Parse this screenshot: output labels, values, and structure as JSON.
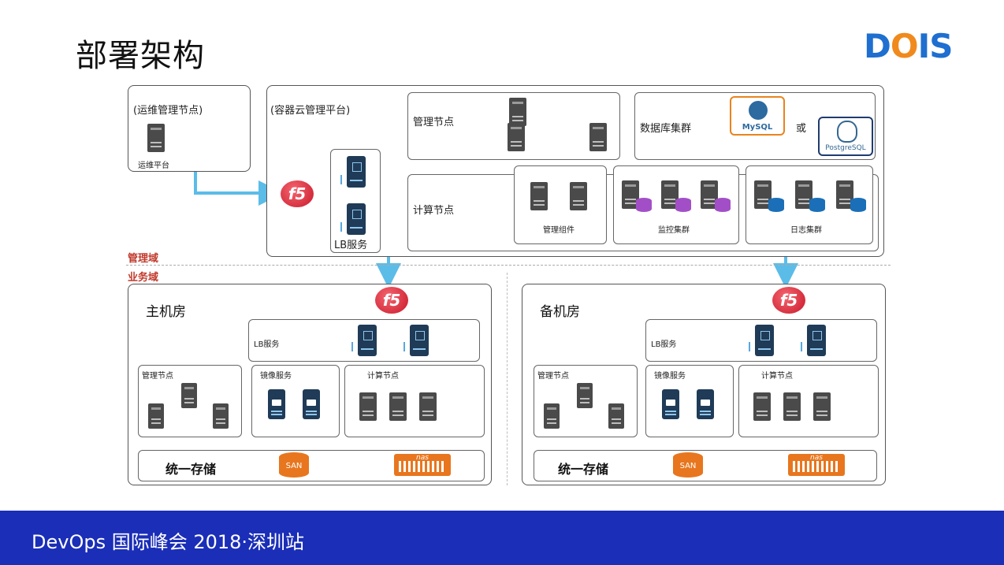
{
  "slide": {
    "title": "部署架构",
    "logo": "DOIS"
  },
  "ops_node": {
    "title": "(运维管理节点)",
    "platform": "运维平台"
  },
  "cloud_platform": {
    "title": "(容器云管理平台)",
    "lb": "LB服务",
    "mgmt_nodes": "管理节点",
    "db_cluster": "数据库集群",
    "db_or": "或",
    "mysql": "MySQL",
    "postgres": "PostgreSQL",
    "compute_nodes": "计算节点",
    "mgmt_components": "管理组件",
    "monitor_cluster": "监控集群",
    "log_cluster": "日志集群",
    "f5": "f5"
  },
  "domains": {
    "management": "管理域",
    "business": "业务域"
  },
  "primary_dc": {
    "title": "主机房",
    "lb": "LB服务",
    "mgmt_nodes": "管理节点",
    "mirror_service": "镜像服务",
    "compute_nodes": "计算节点",
    "storage": "统一存储",
    "san": "SAN",
    "nas": "nas",
    "f5": "f5"
  },
  "backup_dc": {
    "title": "备机房",
    "lb": "LB服务",
    "mgmt_nodes": "管理节点",
    "mirror_service": "镜像服务",
    "compute_nodes": "计算节点",
    "storage": "统一存储",
    "san": "SAN",
    "nas": "nas",
    "f5": "f5"
  },
  "footer": {
    "text": "DevOps 国际峰会 2018·深圳站"
  },
  "colors": {
    "footer": "#1a2eb8",
    "domain_label": "#c0392b",
    "arrow": "#5bbce8",
    "f5": "#d4212f",
    "storage": "#e8761e"
  }
}
